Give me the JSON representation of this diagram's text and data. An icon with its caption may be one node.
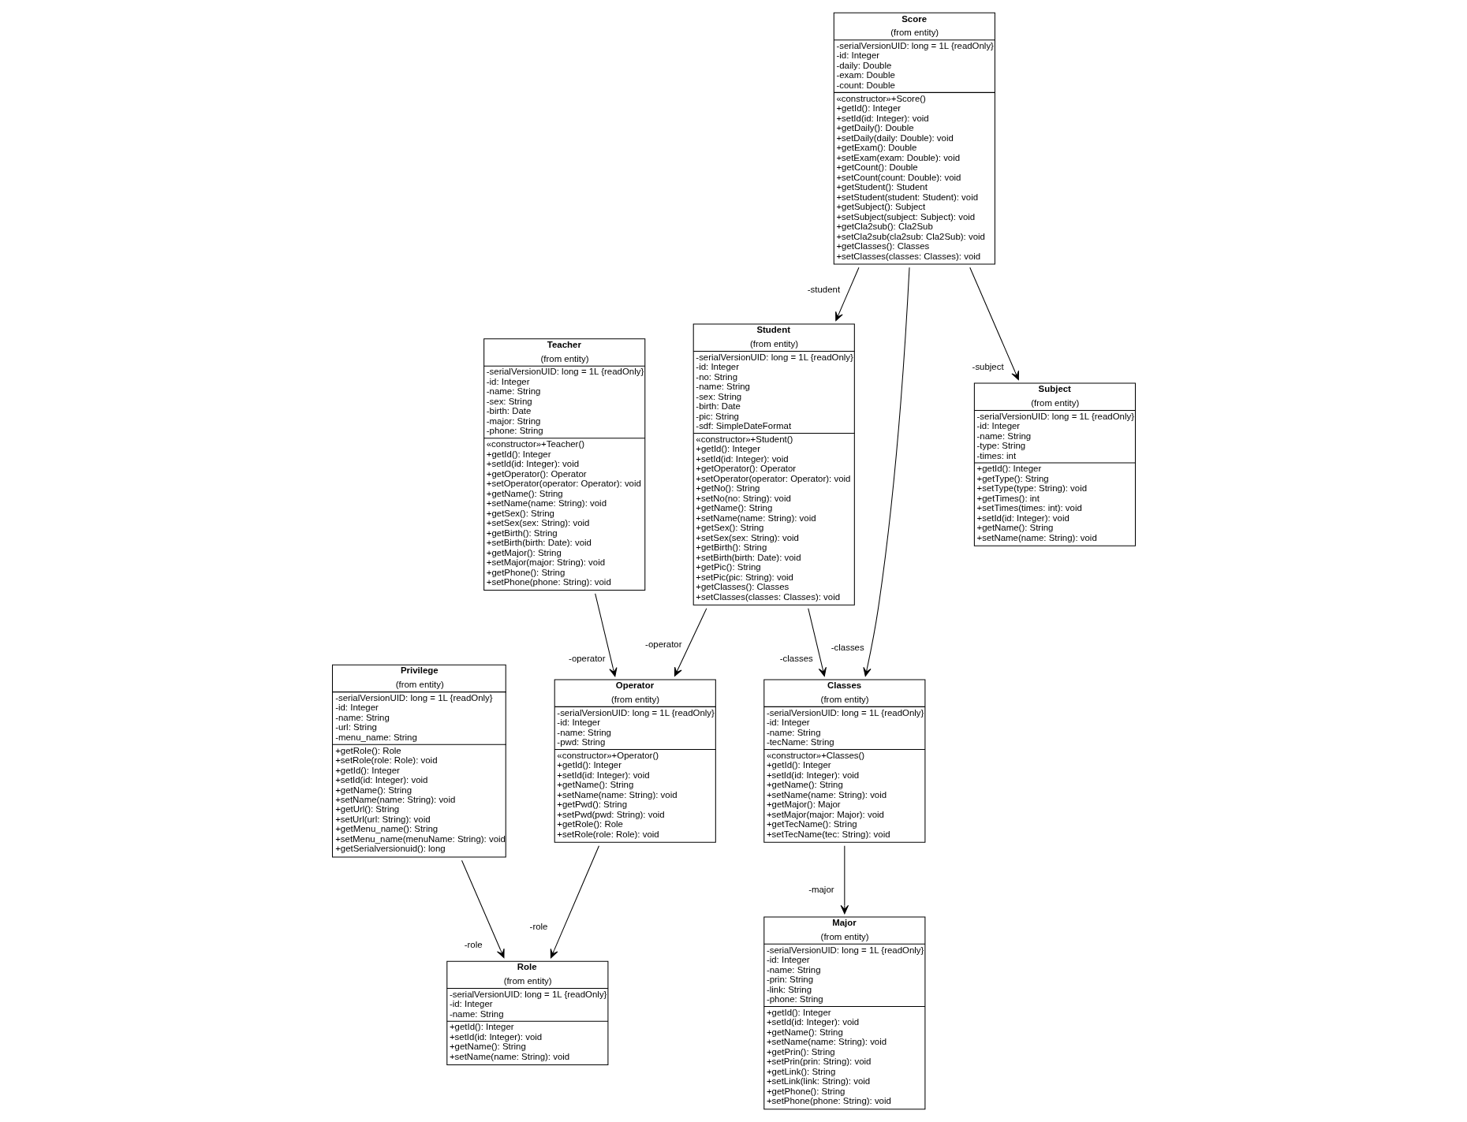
{
  "diagram": {
    "nodes": [
      {
        "text": [
          "Student",
          "(from entity)",
          "-serialVersionUID: long = 1L {readOnly} -id: Integer -no: String -name: String -sex: String -birth: Date -pic: String -sdf: SimpleDateFormat",
          "«constructor»+Student() +getId(): Integer +setId(id: Integer): void +getOperator(): Operator +setOperator(operator: Operator): void +getNo(): String +setNo(no: String): void +getName(): String +setName(name: String): void +getSex(): String +setSex(sex: String): void +getBirth(): String +setBirth(birth: Date): void +getPic(): String +setPic(pic: String): void +getClasses(): Classes +setClasses(classes: Classes): void"
        ]
      },
      {
        "text": [
          "Operator",
          "(from entity)",
          "-serialVersionUID: long = 1L {readOnly} -id: Integer -name: String -pwd: String",
          "«constructor»+Operator() +getId(): Integer +setId(id: Integer): void +getName(): String +setName(name: String): void +getPwd(): String +setPwd(pwd: String): void +getRole(): Role +setRole(role: Role): void"
        ]
      },
      {
        "text": [
          "Teacher",
          "(from entity)",
          "-serialVersionUID: long = 1L {readOnly} -id: Integer -name: String -sex: String -birth: Date -major: String -phone: String",
          "«constructor»+Teacher() +getId(): Integer +setId(id: Integer): void +getOperator(): Operator +setOperator(operator: Operator): void +getName(): String +setName(name: String): void +getSex(): String +setSex(sex: String): void +getBirth(): String +setBirth(birth: Date): void +getMajor(): String +setMajor(major: String): void +getPhone(): String +setPhone(phone: String): void"
        ]
      },
      {
        "text": [
          "Classes",
          "(from entity)",
          "-serialVersionUID: long = 1L {readOnly} -id: Integer -name: String -tecName: String",
          "«constructor»+Classes() +getId(): Integer +setId(id: Integer): void +getName(): String +setName(name: String): void +getMajor(): Major +setMajor(major: Major): void +getTecName(): String +setTecName(tec: String): void"
        ]
      },
      {
        "text": [
          "Role",
          "(from entity)",
          "-serialVersionUID: long = 1L {readOnly} -id: Integer -name: String",
          "+getId(): Integer +setId(id: Integer): void +getName(): String +setName(name: String): void"
        ]
      },
      {
        "text": [
          "Privilege",
          "(from entity)",
          "-serialVersionUID: long = 1L {readOnly} -id: Integer -name: String -url: String -menu_name: String",
          "+getRole(): Role +setRole(role: Role): void +getId(): Integer +setId(id: Integer): void +getName(): String +setName(name: String): void +getUrl(): String +setUrl(url: String): void +getMenu_name(): String +setMenu_name(menuName: String): void +getSerialversionuid(): long"
        ]
      },
      {
        "text": [
          "Score",
          "(from entity)",
          "-serialVersionUID: long = 1L {readOnly} -id: Integer -daily: Double -exam: Double -count: Double",
          "«constructor»+Score() +getId(): Integer +setId(id: Integer): void +getDaily(): Double +setDaily(daily: Double): void +getExam(): Double +setExam(exam: Double): void +getCount(): Double +setCount(count: Double): void +getStudent(): Student +setStudent(student: Student): void +getSubject(): Subject +setSubject(subject: Subject): void +getCla2sub(): Cla2Sub +setCla2sub(cla2sub: Cla2Sub): void +getClasses(): Classes +setClasses(classes: Classes): void"
        ]
      },
      {
        "text": [
          "Subject",
          "(from entity)",
          "-serialVersionUID: long = 1L {readOnly} -id: Integer -name: String -type: String -times: int",
          "+getId(): Integer +getType(): String +setType(type: String): void +getTimes(): int +setTimes(times: int): void +setId(id: Integer): void +getName(): String +setName(name: String): void"
        ]
      },
      {
        "text": [
          "Major",
          "(from entity)",
          "-serialVersionUID: long = 1L {readOnly} -id: Integer -name: String -prin: String -link: String -phone: String",
          "+getId(): Integer +setId(id: Integer): void +getName(): String +setName(name: String): void +getPrin(): String +setPrin(prin: String): void +getLink(): String +setLink(link: String): void +getPhone(): String +setPhone(phone: String): void"
        ]
      }
    ],
    "edges": [
      {
        "from": 0,
        "to": 1,
        "arrow": "to",
        "label": "-operator"
      },
      {
        "from": 2,
        "to": 1,
        "arrow": "to",
        "label": "-operator"
      },
      {
        "from": 0,
        "to": 3,
        "arrow": "to",
        "label": "-classes"
      },
      {
        "from": 1,
        "to": 4,
        "arrow": "to",
        "label": "-role"
      },
      {
        "from": 5,
        "to": 4,
        "arrow": "to",
        "label": "-role"
      },
      {
        "from": 6,
        "to": 0,
        "arrow": "to",
        "label": "-student"
      },
      {
        "from": 6,
        "to": 3,
        "arrow": "to",
        "label": "-classes"
      },
      {
        "from": 6,
        "to": 7,
        "arrow": "to",
        "label": "-subject"
      },
      {
        "from": 3,
        "to": 8,
        "arrow": "to",
        "label": "-major"
      }
    ]
  }
}
